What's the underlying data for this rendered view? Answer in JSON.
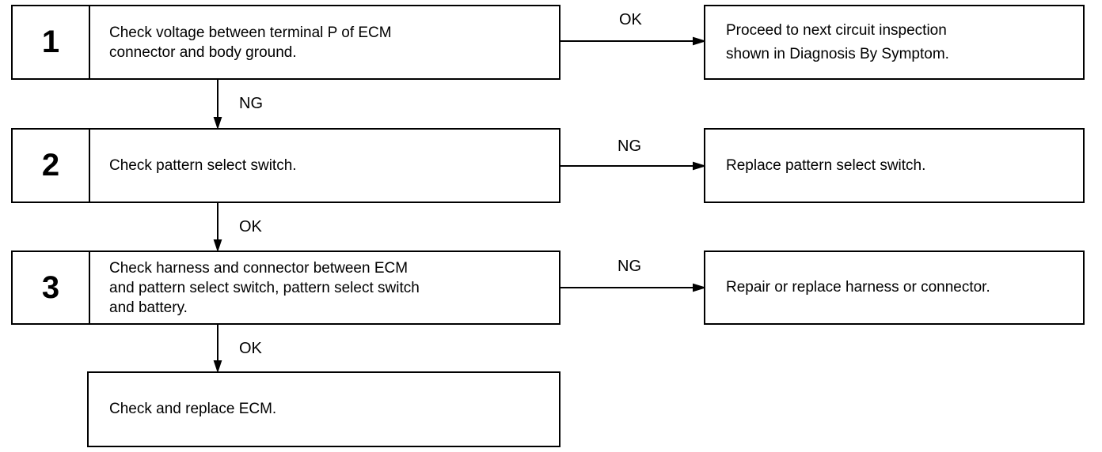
{
  "steps": [
    {
      "number": "1",
      "text": "Check voltage between terminal P of ECM\nconnector and body ground."
    },
    {
      "number": "2",
      "text": "Check pattern select switch."
    },
    {
      "number": "3",
      "text": "Check harness and connector between ECM\nand pattern select switch, pattern select switch\nand battery."
    }
  ],
  "final_step": {
    "text": "Check and replace ECM."
  },
  "results": [
    {
      "text": "Proceed to next circuit inspection\nshown in Diagnosis By Symptom."
    },
    {
      "text": "Replace pattern select switch."
    },
    {
      "text": "Repair or replace harness or connector."
    }
  ],
  "labels": {
    "step1_right": "OK",
    "step1_down": "NG",
    "step2_right": "NG",
    "step2_down": "OK",
    "step3_right": "NG",
    "step3_down": "OK"
  }
}
